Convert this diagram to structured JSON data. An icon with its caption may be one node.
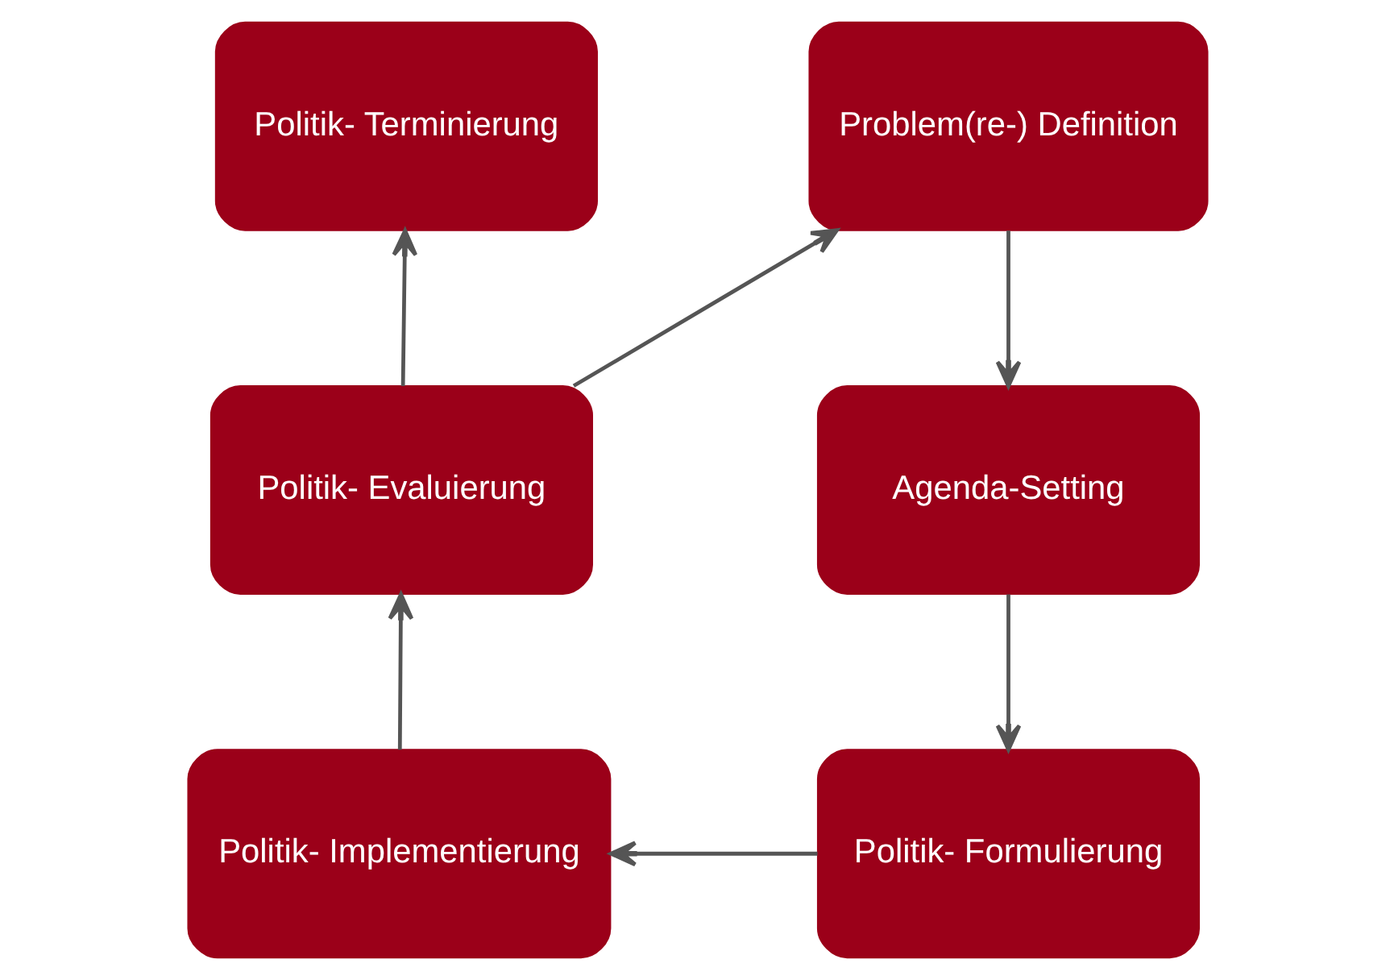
{
  "diagram": {
    "nodes": [
      {
        "text": [
          "Politik- Terminierung"
        ]
      },
      {
        "text": [
          "Problem(re-) Definition"
        ]
      },
      {
        "text": [
          "Agenda-Setting"
        ]
      },
      {
        "text": [
          "Politik- Formulierung"
        ]
      },
      {
        "text": [
          "Politik- Implementierung"
        ]
      },
      {
        "text": [
          "Politik- Evaluierung"
        ]
      }
    ],
    "edges": [
      {
        "from": 1,
        "to": 2,
        "arrow": "to"
      },
      {
        "from": 2,
        "to": 3,
        "arrow": "to"
      },
      {
        "from": 3,
        "to": 4,
        "arrow": "to"
      },
      {
        "from": 4,
        "to": 5,
        "arrow": "to"
      },
      {
        "from": 5,
        "to": 1,
        "arrow": "to"
      },
      {
        "from": 5,
        "to": 0,
        "arrow": "to"
      }
    ]
  }
}
